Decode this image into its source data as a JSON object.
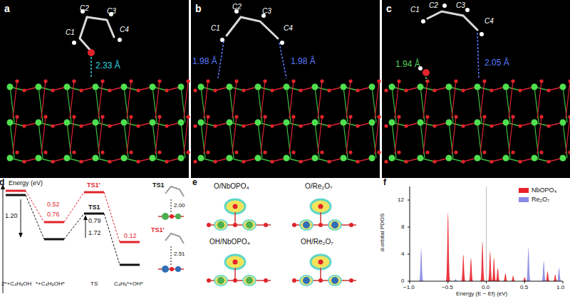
{
  "diagram": {
    "labels": [
      "a",
      "C2",
      "C3",
      "C1",
      "C4",
      "2.33 Å",
      "b",
      "C2",
      "C3",
      "C1",
      "C4",
      "1.98 Å",
      "1.98 Å",
      "c",
      "C1",
      "C2",
      "C3",
      "C4",
      "1.94 Å",
      "2.05 Å",
      "d",
      "Energy (eV)",
      "1.20",
      "0.52",
      "0.76",
      "TS1′",
      "TS1",
      "0.79",
      "1.72",
      "0.12",
      "2*+C₄H₉OH",
      "*+C₄H₉OH*",
      "TS",
      "C₄H₉*+OH*",
      "TS1",
      "2.00",
      "TS1′",
      "2.51",
      "e",
      "O/NbOPO₄",
      "O/Re₂O₇",
      "OH/NbOPO₄",
      "OH/Re₂O₇",
      "f",
      "12",
      "8",
      "4",
      "0",
      "d-orbital PDOS",
      "−1.0",
      "−0.5",
      "0.0",
      "0.5",
      "1.0",
      "Energy (E − Ef) (eV)"
    ],
    "legend": [
      {
        "text": "NbOPO₄",
        "color": "#e8212a"
      },
      {
        "text": "Re₂O₇",
        "color": "#8a8ae6"
      }
    ]
  }
}
